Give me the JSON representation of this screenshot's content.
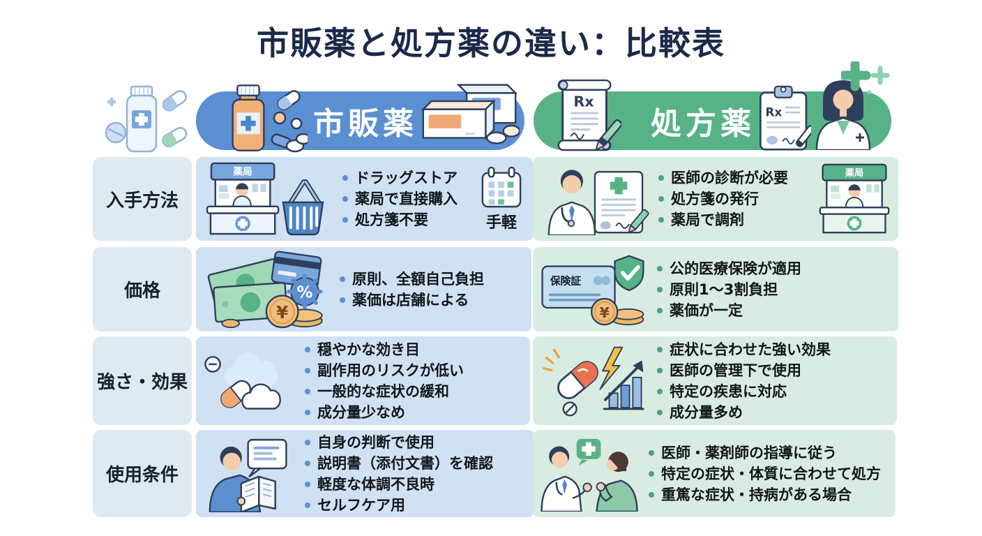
{
  "title": "市販薬と処方薬の違い：比較表",
  "header": {
    "otc_label": "市販薬",
    "rx_label": "処方薬"
  },
  "labels": {
    "otc_store_sign": "薬局",
    "rx_store_sign": "薬局",
    "insurance_card": "保険証",
    "rx_symbol_scroll": "Rx",
    "rx_symbol_clipboard": "Rx",
    "yen_symbol_otc": "¥",
    "yen_symbol_rx": "¥",
    "percent_symbol": "%"
  },
  "colors": {
    "otc_accent": "#5a8fd2",
    "rx_accent": "#57b286",
    "otc_cell_bg": "#cfe1f3",
    "rx_cell_bg": "#d9ece1",
    "label_cell_bg": "#dfe9f2",
    "title_color": "#1b2a4a",
    "outline": "#2e3f5c"
  },
  "rows": [
    {
      "label": "入手方法",
      "otc": {
        "bullets": [
          "ドラッグストア",
          "薬局で直接購入",
          "処方箋不要"
        ],
        "caption": "手軽",
        "icons": [
          "pharmacy-storefront",
          "shopping-basket",
          "calendar"
        ]
      },
      "rx": {
        "bullets": [
          "医師の診断が必要",
          "処方箋の発行",
          "薬局で調剤"
        ],
        "icons": [
          "doctor",
          "prescription-document",
          "pharmacy-counter"
        ]
      }
    },
    {
      "label": "価格",
      "otc": {
        "bullets": [
          "原則、全額自己負担",
          "薬価は店舗による"
        ],
        "icons": [
          "banknotes",
          "credit-card",
          "percent-badge",
          "yen-coins"
        ]
      },
      "rx": {
        "bullets": [
          "公的医療保険が適用",
          "原則1～3割負担",
          "薬価が一定"
        ],
        "icons": [
          "insurance-card",
          "shield-check",
          "yen-coins"
        ]
      }
    },
    {
      "label": "強さ・効果",
      "otc": {
        "bullets": [
          "穏やかな効き目",
          "副作用のリスクが低い",
          "一般的な症状の緩和",
          "成分量少なめ"
        ],
        "icons": [
          "mild-capsule",
          "clouds",
          "tablet-minus"
        ]
      },
      "rx": {
        "bullets": [
          "症状に合わせた強い効果",
          "医師の管理下で使用",
          "特定の疾患に対応",
          "成分量多め"
        ],
        "icons": [
          "strong-capsule",
          "lightning-bolt",
          "rising-chart"
        ]
      }
    },
    {
      "label": "使用条件",
      "otc": {
        "bullets": [
          "自身の判断で使用",
          "説明書（添付文書）を確認",
          "軽度な体調不良時",
          "セルフケア用"
        ],
        "icons": [
          "person-reading-leaflet",
          "speech-bubble-document"
        ]
      },
      "rx": {
        "bullets": [
          "医師・薬剤師の指導に従う",
          "特定の症状・体質に合わせて処方",
          "重篤な症状・持病がある場合"
        ],
        "icons": [
          "doctor-patient-consult",
          "speech-bubble-cross"
        ]
      }
    }
  ]
}
